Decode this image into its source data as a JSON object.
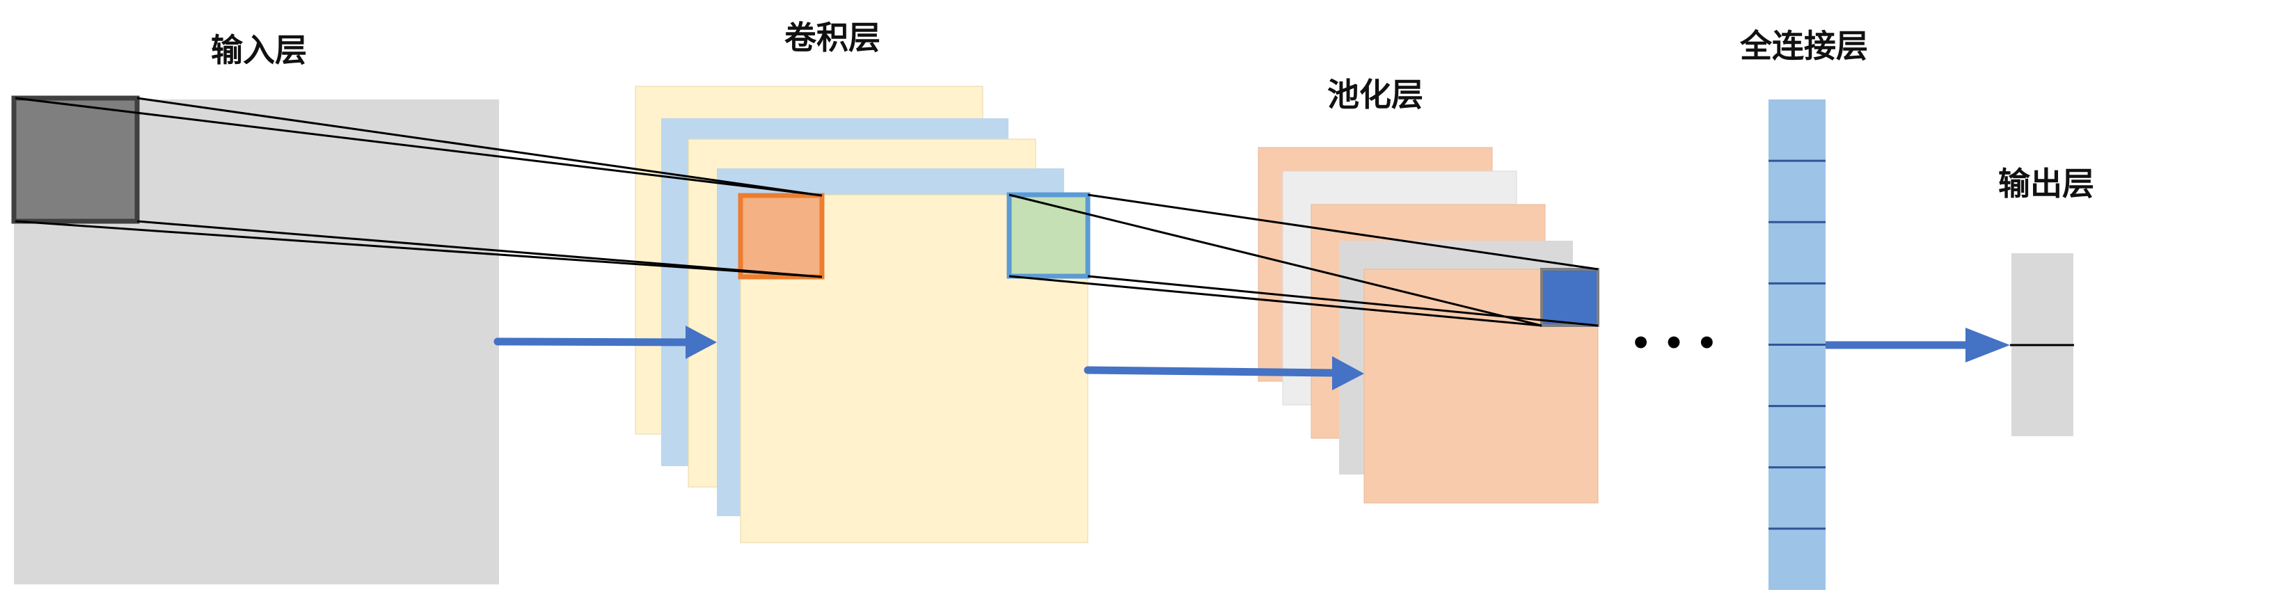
{
  "diagram": {
    "title": "",
    "labels": {
      "input_layer": "输入层",
      "conv_layer": "卷积层",
      "pool_layer": "池化层",
      "fc_layer": "全连接层",
      "output_layer": "输出层"
    },
    "ellipsis": "• • •",
    "colors": {
      "input_panel": "#d9d9d9",
      "conv_yellow": "#fff2cc",
      "conv_blue": "#bdd7ee",
      "pool_orange": "#f8cbad",
      "pool_gray": "#ededed",
      "fc_blue": "#9dc3e6",
      "arrow_blue": "#4472c4",
      "input_window": "#7f7f7f",
      "conv_orange_window": "#f4b183",
      "conv_orange_border": "#ed7d31",
      "conv_green_window": "#c5e0b4",
      "conv_green_border": "#5b9bd5",
      "pool_window": "#4472c4",
      "output_panel": "#d9d9d9"
    },
    "fc_layer_divisions": 8
  }
}
